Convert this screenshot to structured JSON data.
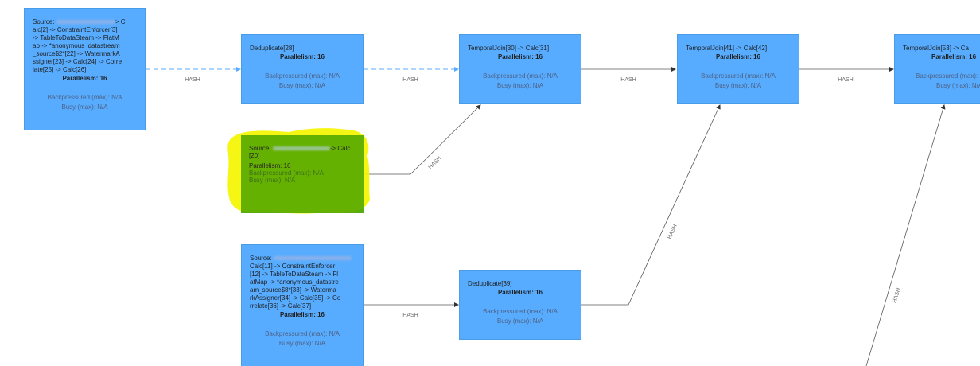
{
  "graph": {
    "nodes": [
      {
        "id": "source-main",
        "desc_lines": [
          "Source: ",
          "> C",
          "alc[2] -> ConstraintEnforcer[3]",
          "-> TableToDataSteam -> FlatM",
          "ap -> *anonymous_datastream",
          "_source$2*[22] -> WatermarkA",
          "ssigner[23] -> Calc[24] -> Corre",
          "late[25] -> Calc[26]"
        ],
        "parallelism": "Parallelism: 16",
        "backpressured": "Backpressured (max): N/A",
        "busy": "Busy (max): N/A"
      },
      {
        "id": "deduplicate-28",
        "desc_lines": [
          "Deduplicate[28]"
        ],
        "parallelism": "Parallelism: 16",
        "backpressured": "Backpressured (max): N/A",
        "busy": "Busy (max): N/A"
      },
      {
        "id": "temporal-join-30",
        "desc_lines": [
          "TemporalJoin[30] -> Calc[31]"
        ],
        "parallelism": "Parallelism: 16",
        "backpressured": "Backpressured (max): N/A",
        "busy": "Busy (max): N/A"
      },
      {
        "id": "temporal-join-41",
        "desc_lines": [
          "TemporalJoin[41] -> Calc[42]"
        ],
        "parallelism": "Parallelism: 16",
        "backpressured": "Backpressured (max): N/A",
        "busy": "Busy (max): N/A"
      },
      {
        "id": "temporal-join-53",
        "desc_lines": [
          "TemporalJoin[53] -> Ca"
        ],
        "parallelism": "Parallelism: 16",
        "backpressured": "Backpressured (max): N/A",
        "busy": "Busy (max): N/A"
      },
      {
        "id": "source-calc-20",
        "desc_lines": [
          "Source: ",
          "-> Calc",
          "[20]"
        ],
        "parallelism": "Parallelism: 16",
        "backpressured": "Backpressured (max): N/A",
        "busy": "Busy (max): N/A"
      },
      {
        "id": "source-calc-37",
        "desc_lines": [
          "Source: ",
          "Calc[11] -> ConstraintEnforcer",
          "[12] -> TableToDataSteam -> Fl",
          "atMap -> *anonymous_datastre",
          "am_source$8*[33] -> Waterma",
          "rkAssigner[34] -> Calc[35] -> Co",
          "rrelate[36] -> Calc[37]"
        ],
        "parallelism": "Parallelism: 16",
        "backpressured": "Backpressured (max): N/A",
        "busy": "Busy (max): N/A"
      },
      {
        "id": "deduplicate-39",
        "desc_lines": [
          "Deduplicate[39]"
        ],
        "parallelism": "Parallelism: 16",
        "backpressured": "Backpressured (max): N/A",
        "busy": "Busy (max): N/A"
      }
    ],
    "edges": [
      {
        "label": "HASH",
        "style": "dashed"
      },
      {
        "label": "HASH",
        "style": "dashed"
      },
      {
        "label": "HASH",
        "style": "solid"
      },
      {
        "label": "HASH",
        "style": "solid"
      },
      {
        "label": "HASH",
        "style": "solid"
      },
      {
        "label": "HASH",
        "style": "solid"
      },
      {
        "label": "HASH",
        "style": "solid"
      },
      {
        "label": "HASH",
        "style": "solid"
      }
    ],
    "colors": {
      "node_fill": "#58acff",
      "edge_dashed": "#58acff",
      "edge_solid": "#5a5a5a",
      "highlight_yellow": "#f5f500",
      "highlight_green": "#5aac00"
    }
  }
}
